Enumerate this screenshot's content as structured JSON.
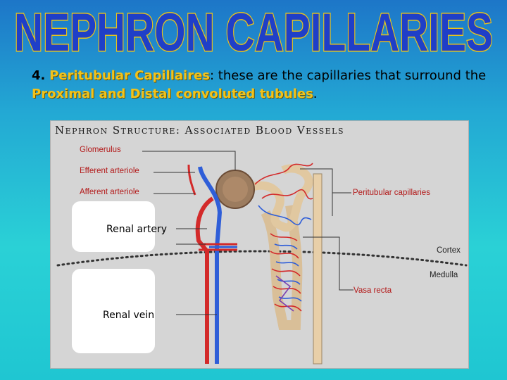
{
  "title": "NEPHRON CAPILLARIES",
  "paragraph": {
    "number": "4.",
    "term": "Peritubular Capillaires",
    "text1": ": these are the capillaries that surround the ",
    "term2": "Proximal and Distal convoluted tubules",
    "text2": "."
  },
  "diagram": {
    "title": "Nephron Structure: Associated Blood Vessels",
    "labels": {
      "glomerulus": "Glomerulus",
      "efferent": "Efferent arteriole",
      "afferent": "Afferent arteriole",
      "peritubular": "Peritubular capillaries",
      "renal_artery": "Renal artery",
      "cortex": "Cortex",
      "medulla": "Medulla",
      "vasa_recta": "Vasa recta",
      "renal_vein": "Renal vein"
    }
  },
  "colors": {
    "title_fill": "#1f3fc8",
    "title_outline": "#e8c41a",
    "highlight": "#f2c21a",
    "artery": "#d32a2a",
    "vein": "#2f5ed8",
    "tubule": "#e8cfa8"
  }
}
